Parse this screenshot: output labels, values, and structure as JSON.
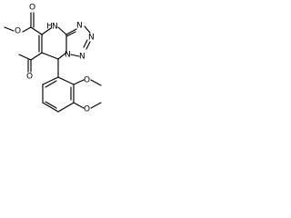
{
  "molecule": {
    "atom_labels": {
      "ester_carbonyl_o": "O",
      "ester_ether_o": "O",
      "ring_nh": "H",
      "ring_nh_n": "N",
      "tetrazole_n2": "N",
      "tetrazole_n3": "N",
      "tetrazole_n4": "N",
      "tetrazole_n5": "N",
      "acetyl_o": "O",
      "methoxy_o_meta": "O",
      "methoxy_o_para": "O"
    }
  }
}
